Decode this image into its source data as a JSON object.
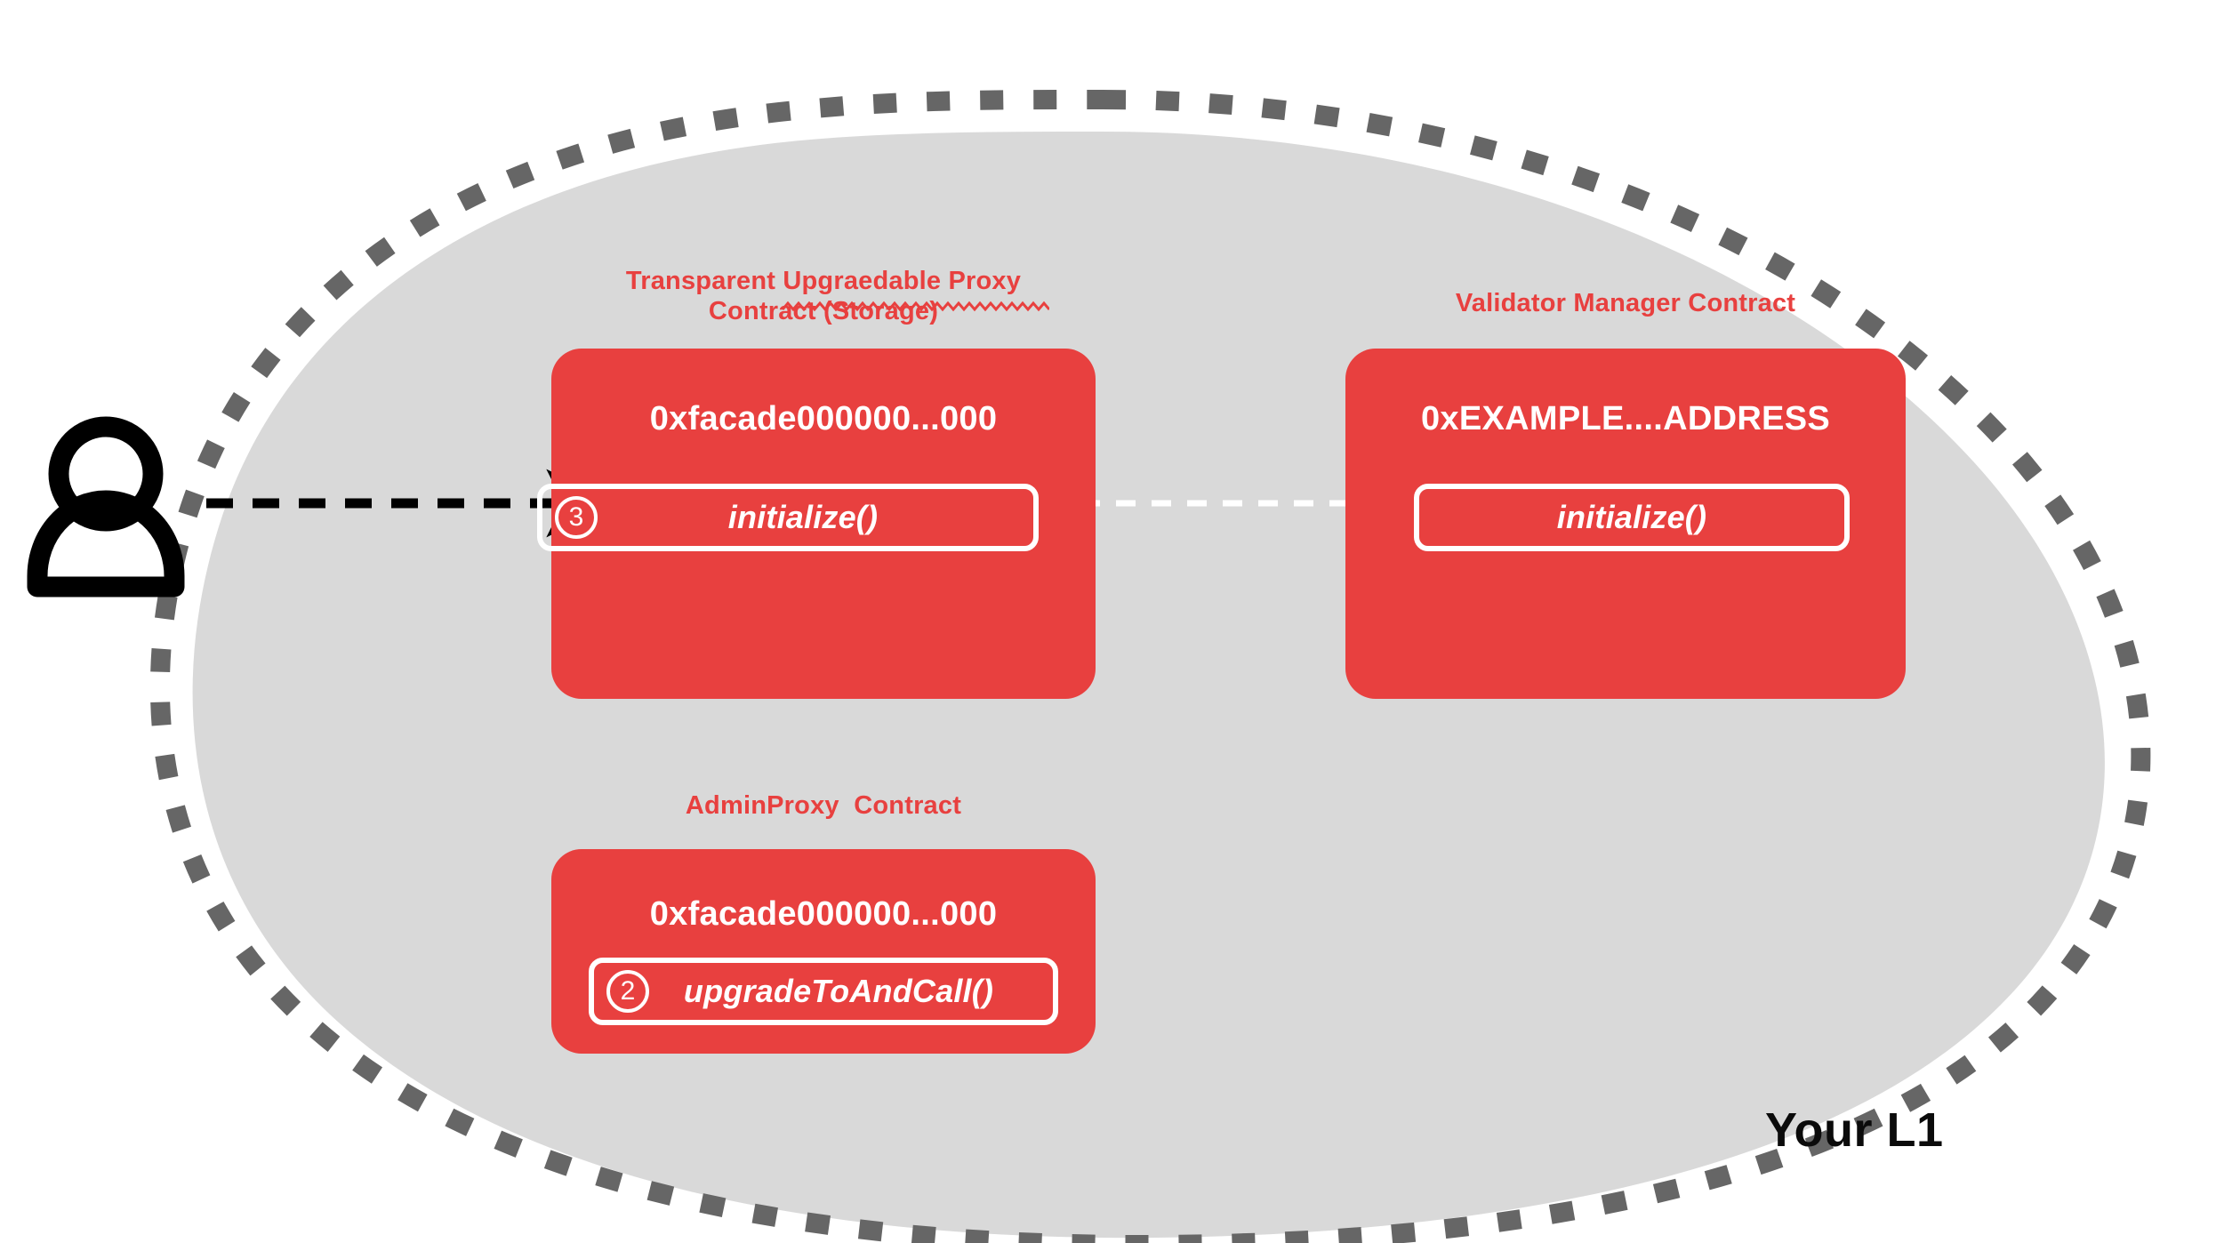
{
  "diagram": {
    "title": "Your L1",
    "network_label": "Your L1",
    "boundary_label": "Your L1",
    "colors": {
      "contract_red": "#E8403F",
      "network_fill": "#D9D9D9",
      "network_border": "#666666",
      "actor": "#000000",
      "white": "#FFFFFF"
    },
    "actor": {
      "icon": "user-icon"
    },
    "contracts": [
      {
        "id": "transparent-upgradeable-proxy",
        "title": "Transparent Upgraedable Proxy\nContract (Storage)",
        "address": "0xfacade000000...000",
        "functions": [
          {
            "step": "3",
            "name": "initialize()"
          }
        ]
      },
      {
        "id": "validator-manager",
        "title": "Validator Manager Contract",
        "address": "0xEXAMPLE....ADDRESS",
        "functions": [
          {
            "step": "",
            "name": "initialize()"
          }
        ]
      },
      {
        "id": "admin-proxy",
        "title": "AdminProxy  Contract",
        "address": "0xfacade000000...000",
        "functions": [
          {
            "step": "2",
            "name": "upgradeToAndCall()"
          }
        ]
      }
    ],
    "connections": [
      {
        "id": "user-to-proxy",
        "style": "dashed",
        "color": "#000000",
        "arrowhead": "solid"
      },
      {
        "id": "proxy-to-validator-manager",
        "style": "dashed",
        "color": "#FFFFFF",
        "arrowhead": "open"
      }
    ]
  }
}
